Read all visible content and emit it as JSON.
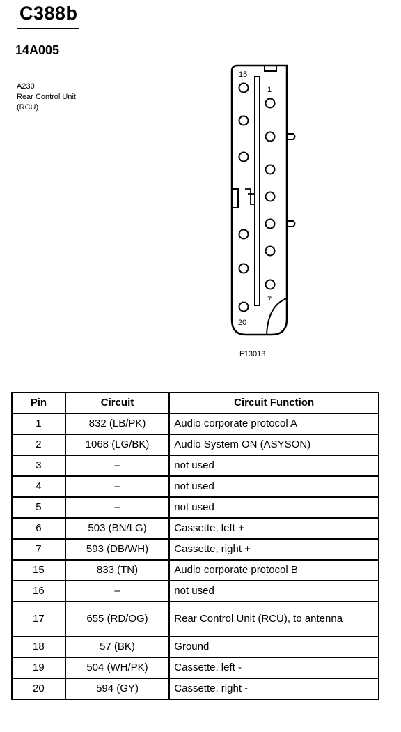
{
  "header": {
    "connector_id": "C388b",
    "part_number": "14A005",
    "component_code": "A230",
    "component_name": "Rear Control Unit",
    "component_abbr": "(RCU)"
  },
  "connector": {
    "figure_id": "F13013",
    "pin_labels": {
      "top_left": "15",
      "top_right": "1",
      "bottom_right": "7",
      "bottom_left": "20"
    }
  },
  "table": {
    "headers": [
      "Pin",
      "Circuit",
      "Circuit Function"
    ],
    "rows": [
      {
        "pin": "1",
        "circuit": "832 (LB/PK)",
        "function": "Audio corporate protocol A"
      },
      {
        "pin": "2",
        "circuit": "1068 (LG/BK)",
        "function": "Audio System ON (ASYSON)"
      },
      {
        "pin": "3",
        "circuit": "–",
        "function": "not used"
      },
      {
        "pin": "4",
        "circuit": "–",
        "function": "not used"
      },
      {
        "pin": "5",
        "circuit": "–",
        "function": "not used"
      },
      {
        "pin": "6",
        "circuit": "503 (BN/LG)",
        "function": "Cassette, left +"
      },
      {
        "pin": "7",
        "circuit": "593 (DB/WH)",
        "function": "Cassette, right +"
      },
      {
        "pin": "15",
        "circuit": "833 (TN)",
        "function": "Audio corporate protocol B"
      },
      {
        "pin": "16",
        "circuit": "–",
        "function": "not used"
      },
      {
        "pin": "17",
        "circuit": "655 (RD/OG)",
        "function": "Rear Control Unit (RCU), to antenna"
      },
      {
        "pin": "18",
        "circuit": "57 (BK)",
        "function": "Ground"
      },
      {
        "pin": "19",
        "circuit": "504 (WH/PK)",
        "function": "Cassette, left -"
      },
      {
        "pin": "20",
        "circuit": "594 (GY)",
        "function": "Cassette, right -"
      }
    ]
  }
}
